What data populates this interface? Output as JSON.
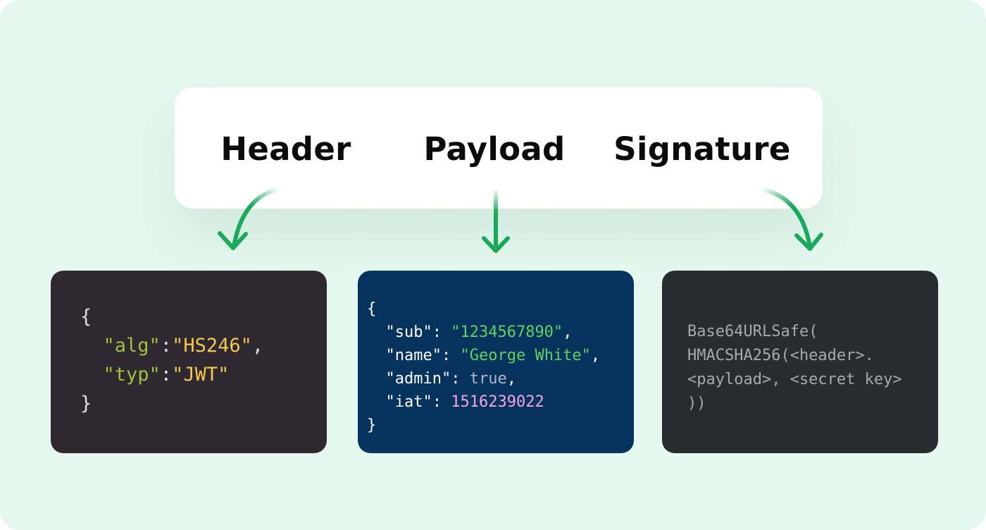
{
  "labels": {
    "header": "Header",
    "payload": "Payload",
    "signature": "Signature"
  },
  "colors": {
    "background": "#e5f8ef",
    "arrow": "#1aa85a",
    "header_card": "#302830",
    "payload_card": "#06325e",
    "signature_card": "#282b31"
  },
  "header_code": {
    "open": "{",
    "alg_key": "\"alg\"",
    "alg_value": "\"HS246\"",
    "typ_key": "\"typ\"",
    "typ_value": "\"JWT\"",
    "close": "}"
  },
  "payload_code": {
    "open": "{",
    "sub_key": "\"sub\"",
    "sub_value": "\"1234567890\"",
    "name_key": "\"name\"",
    "name_value": "\"George White\"",
    "admin_key": "\"admin\"",
    "admin_value": "true",
    "iat_key": "\"iat\"",
    "iat_value": "1516239022",
    "close": "}"
  },
  "signature_code": {
    "line1": "Base64URLSafe(",
    "line2": "HMACSHA256(<header>.",
    "line3": "<payload>, <secret key>",
    "line4": "))"
  }
}
